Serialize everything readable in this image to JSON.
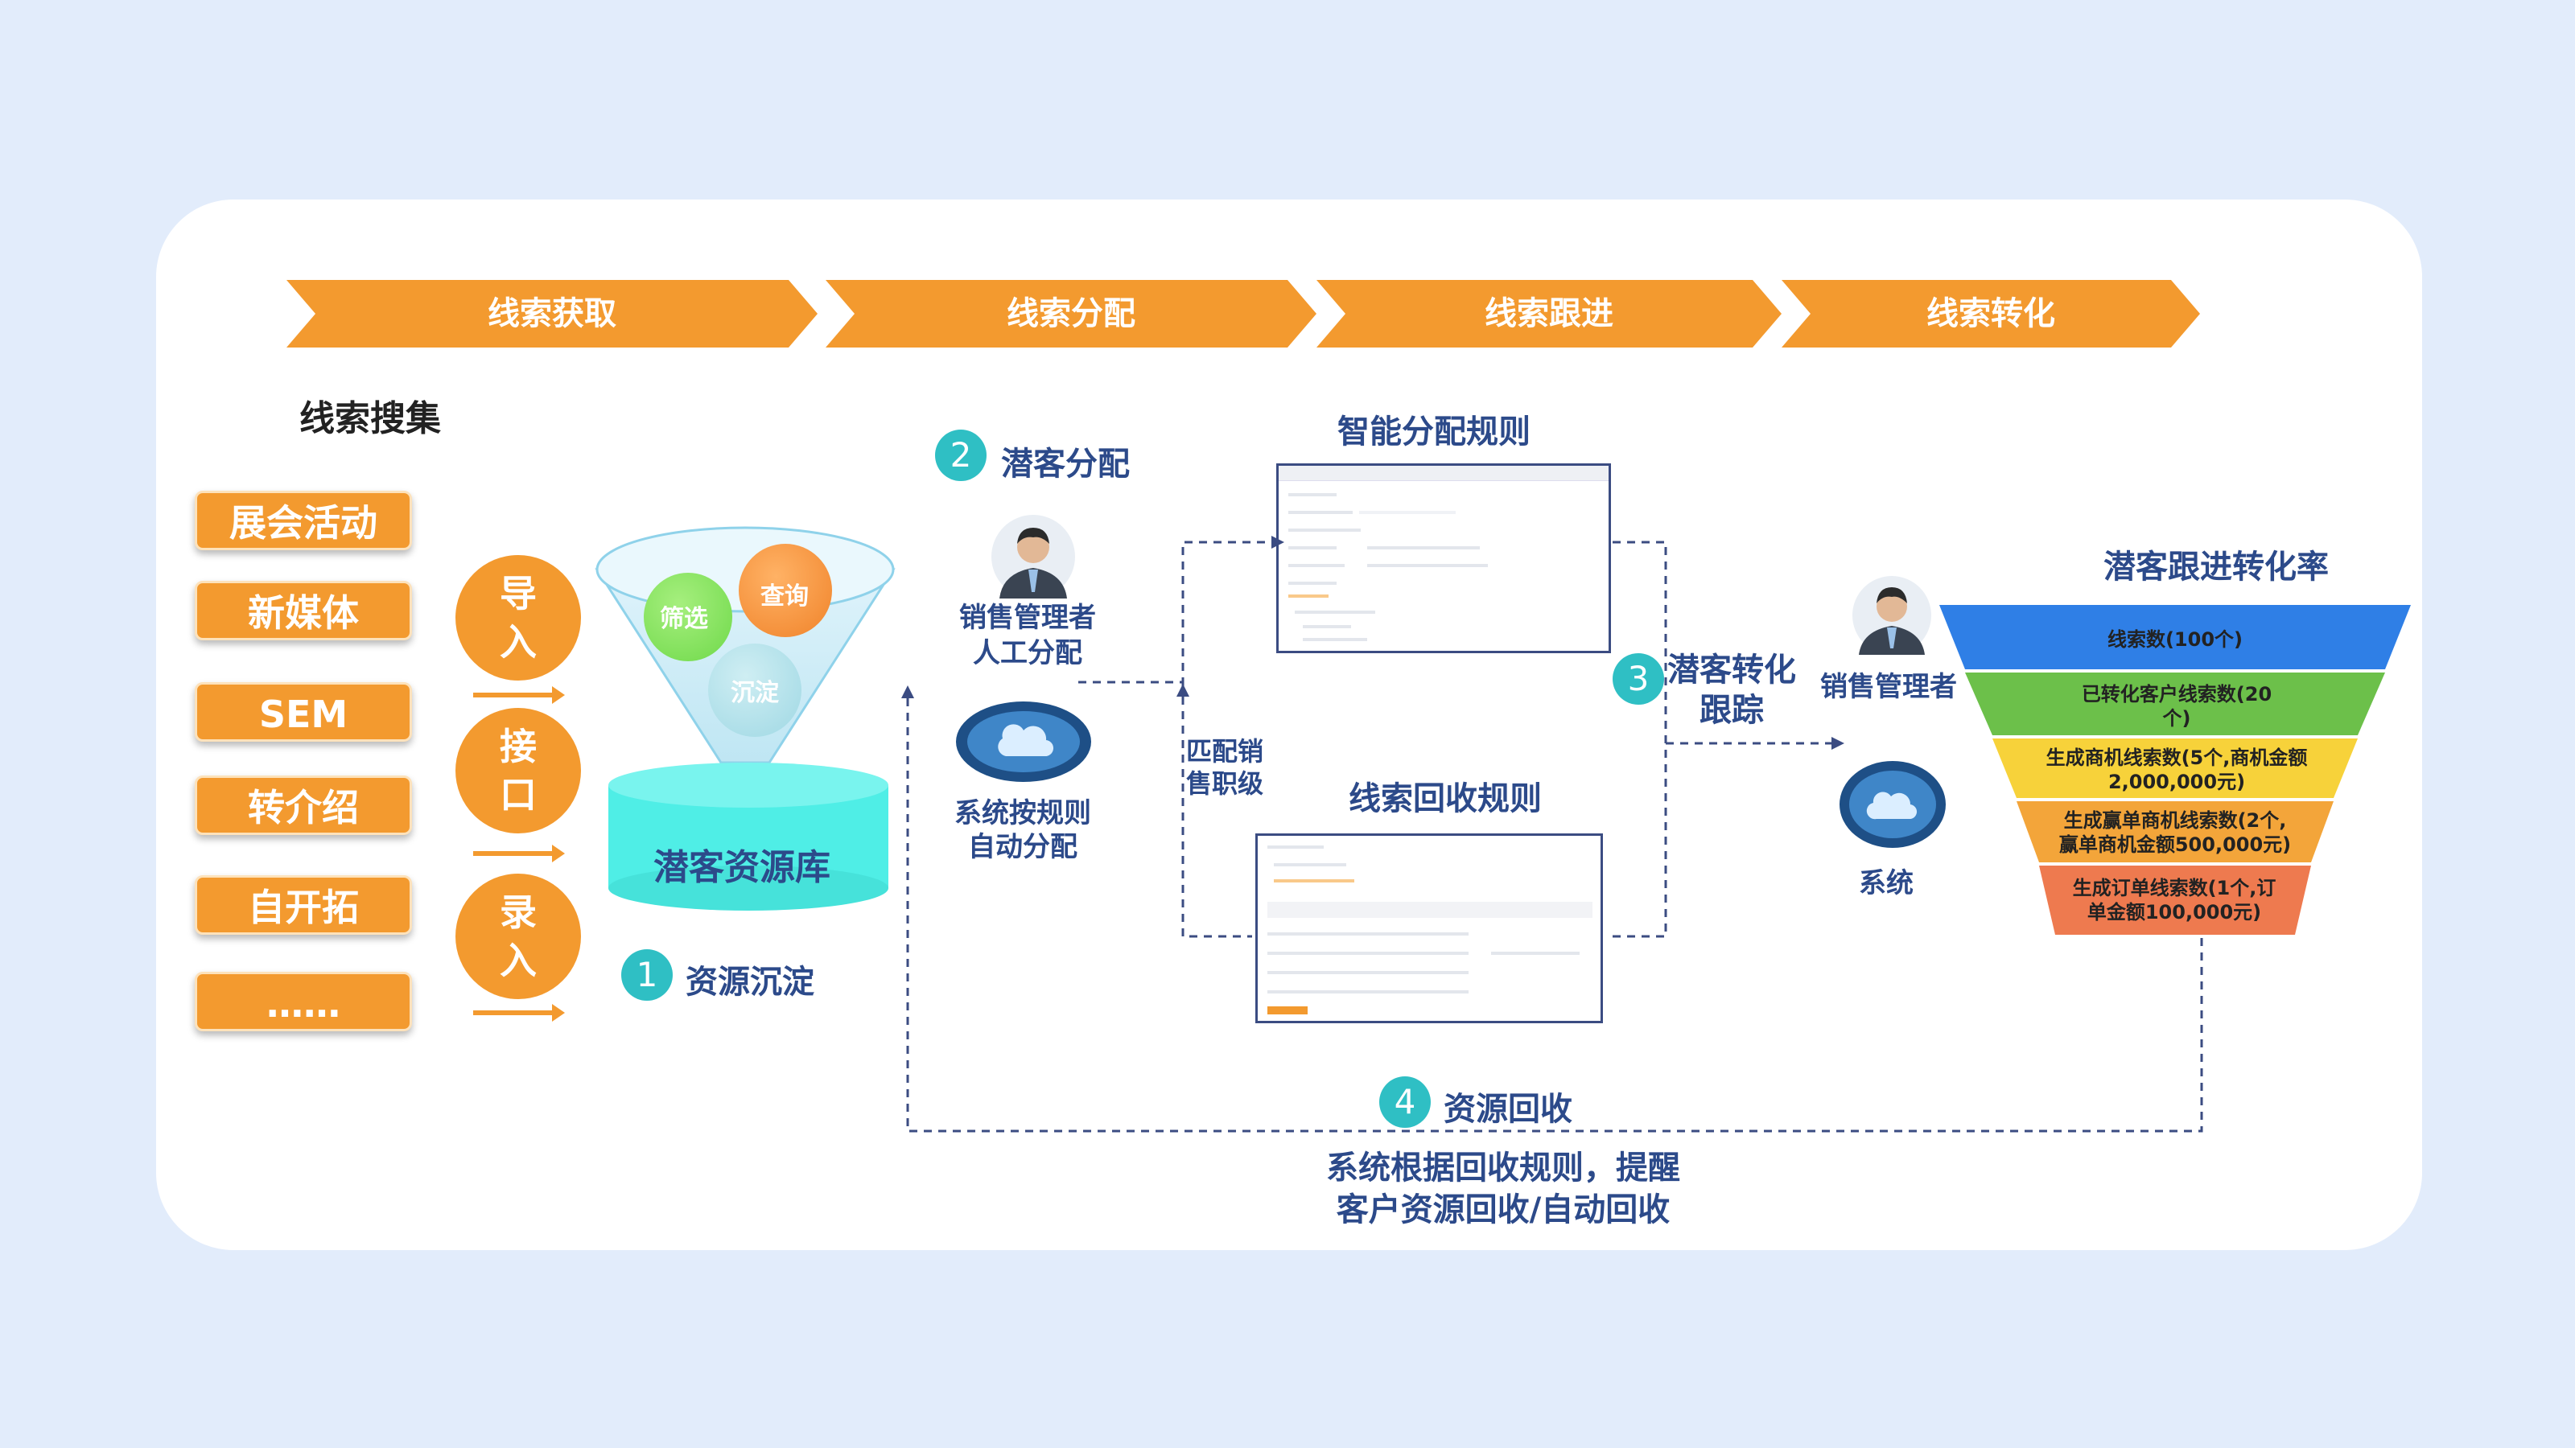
{
  "stages": [
    "线索获取",
    "线索分配",
    "线索跟进",
    "线索转化"
  ],
  "collect_title": "线索搜集",
  "sources": [
    "展会活动",
    "新媒体",
    "SEM",
    "转介绍",
    "自开拓",
    "……"
  ],
  "channels": [
    [
      "导",
      "入"
    ],
    [
      "接",
      "口"
    ],
    [
      "录",
      "入"
    ]
  ],
  "filter_bubbles": {
    "screen": "筛选",
    "query": "查询",
    "settle": "沉淀"
  },
  "pool_label": "潜客资源库",
  "steps": {
    "s1": {
      "num": "1",
      "label": "资源沉淀"
    },
    "s2": {
      "num": "2",
      "label": "潜客分配"
    },
    "s3": {
      "num": "3",
      "label1": "潜客转化",
      "label2": "跟踪"
    },
    "s4": {
      "num": "4",
      "label": "资源回收"
    }
  },
  "manager_manual": [
    "销售管理者",
    "人工分配"
  ],
  "system_auto": [
    "系统按规则",
    "自动分配"
  ],
  "match_label": [
    "匹配销",
    "售职级"
  ],
  "smart_rule_title": "智能分配规则",
  "recycle_rule_title": "线索回收规则",
  "right_manager": "销售管理者",
  "right_system": "系统",
  "funnel_title": "潜客跟进转化率",
  "funnel": [
    {
      "text": "线索数(100个)",
      "color": "#2f7fe6"
    },
    {
      "text": "已转化客户线索数(20个)",
      "color": "#6cc04a"
    },
    {
      "text": "生成商机线索数(5个,商机金额2,000,000元)",
      "color": "#f7d23a"
    },
    {
      "text": "生成赢单商机线索数(2个,赢单商机金额500,000元)",
      "color": "#f3a53a"
    },
    {
      "text": "生成订单线索数(1个,订单金额100,000元)",
      "color": "#ee7a4f"
    }
  ],
  "funnel_lines": [
    [
      "线索数(100个)"
    ],
    [
      "已转化客户线索数(20",
      "个)"
    ],
    [
      "生成商机线索数(5个,商机金额",
      "2,000,000元)"
    ],
    [
      "生成赢单商机线索数(2个,",
      "赢单商机金额500,000元)"
    ],
    [
      "生成订单线索数(1个,订",
      "单金额100,000元)"
    ]
  ],
  "recycle_note": [
    "系统根据回收规则，提醒",
    "客户资源回收/自动回收"
  ],
  "colors": {
    "orange": "#f39a2f",
    "teal": "#2fbfc4",
    "navy": "#2c4a8a",
    "pool": "#4feee6"
  }
}
